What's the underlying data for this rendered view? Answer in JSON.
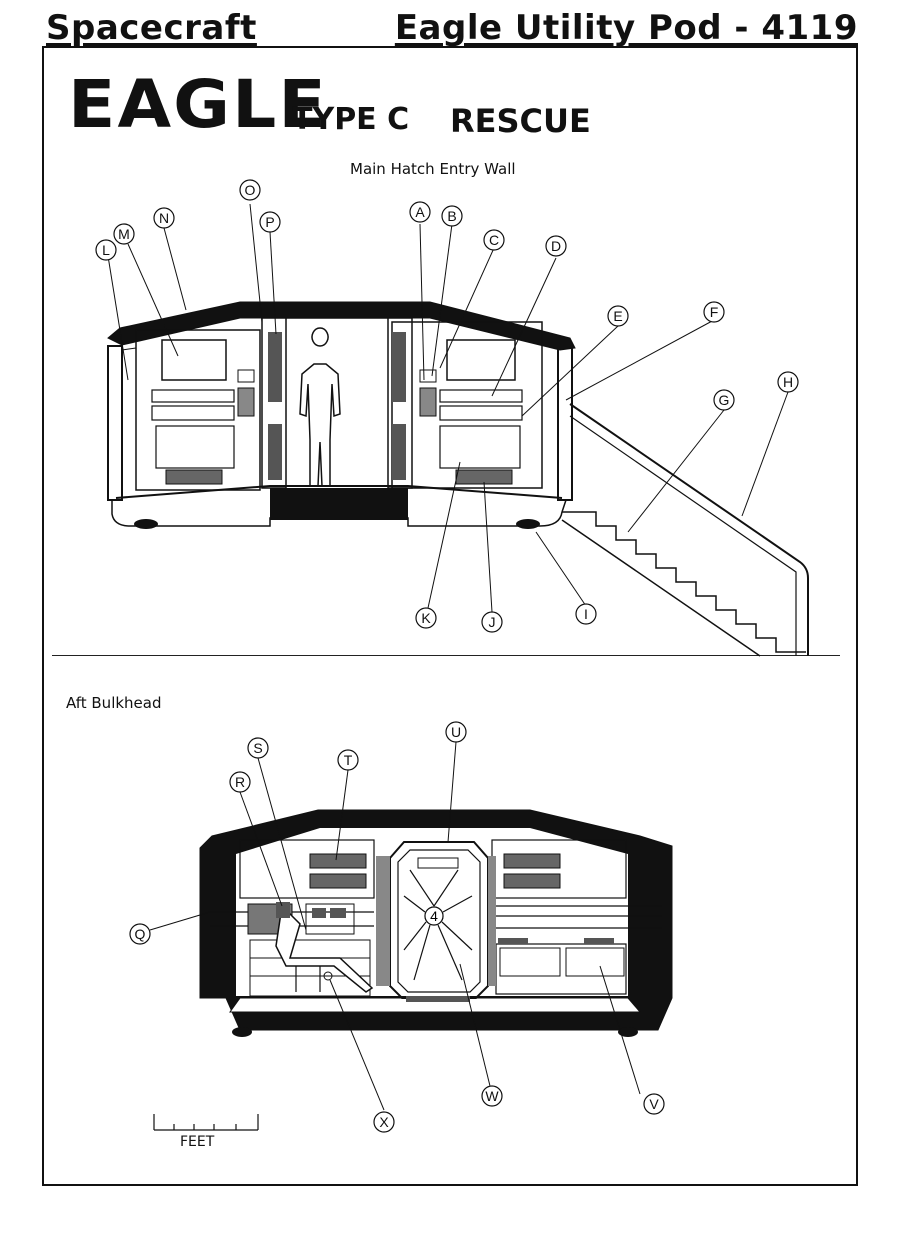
{
  "header": {
    "left": "Spacecraft",
    "right": "Eagle Utility Pod - 4119"
  },
  "title": {
    "main": "EAGLE",
    "type": "TYPE C",
    "mission": "RESCUE"
  },
  "views": {
    "main_caption": "Main Hatch Entry Wall",
    "aft_caption": "Aft Bulkhead"
  },
  "callouts": {
    "main": [
      "A",
      "B",
      "C",
      "D",
      "E",
      "F",
      "G",
      "H",
      "I",
      "J",
      "K",
      "L",
      "M",
      "N",
      "O",
      "P"
    ],
    "aft": [
      "Q",
      "R",
      "S",
      "T",
      "U",
      "V",
      "W",
      "X"
    ]
  },
  "hatch_number": "4",
  "scale": {
    "label": "FEET"
  }
}
